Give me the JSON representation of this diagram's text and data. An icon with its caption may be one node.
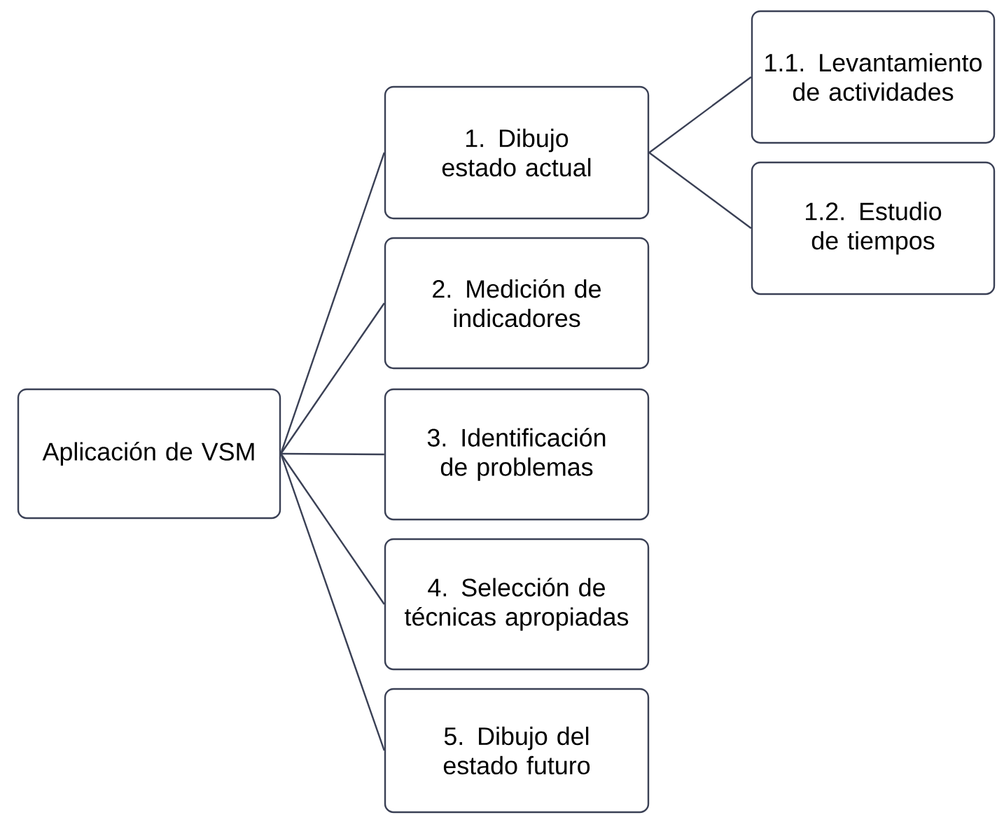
{
  "diagram": {
    "nodes": [
      {
        "text": [
          "Aplicación de VSM"
        ]
      },
      {
        "text": [
          "1. Dibujo estado actual"
        ]
      },
      {
        "text": [
          "1.1. Levantamiento de actividades"
        ]
      },
      {
        "text": [
          "1.2. Estudio de tiempos"
        ]
      },
      {
        "text": [
          "2. Medición de indicadores"
        ]
      },
      {
        "text": [
          "3. Identificación de problemas"
        ]
      },
      {
        "text": [
          "4. Selección de técnicas apropiadas"
        ]
      },
      {
        "text": [
          "5. Dibujo del estado futuro"
        ]
      }
    ],
    "edges": [
      {
        "from": 0,
        "to": 1,
        "arrow": "none"
      },
      {
        "from": 0,
        "to": 4,
        "arrow": "none"
      },
      {
        "from": 0,
        "to": 5,
        "arrow": "none"
      },
      {
        "from": 0,
        "to": 6,
        "arrow": "none"
      },
      {
        "from": 0,
        "to": 7,
        "arrow": "none"
      },
      {
        "from": 1,
        "to": 2,
        "arrow": "none"
      },
      {
        "from": 1,
        "to": 3,
        "arrow": "none"
      }
    ]
  }
}
